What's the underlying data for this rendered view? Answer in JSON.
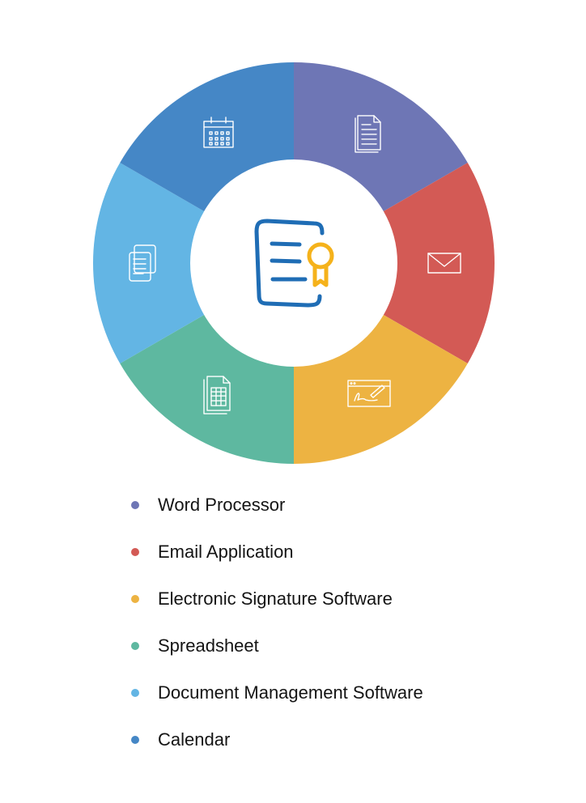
{
  "segments": [
    {
      "label": "Word Processor",
      "color": "#6E76B5",
      "icon": "document-icon"
    },
    {
      "label": "Email Application",
      "color": "#D35A55",
      "icon": "envelope-icon"
    },
    {
      "label": "Electronic Signature Software",
      "color": "#EDB342",
      "icon": "signature-icon"
    },
    {
      "label": "Spreadsheet",
      "color": "#5EB8A0",
      "icon": "spreadsheet-icon"
    },
    {
      "label": "Document Management Software",
      "color": "#63B5E4",
      "icon": "documents-stack-icon"
    },
    {
      "label": "Calendar",
      "color": "#4587C6",
      "icon": "calendar-icon"
    }
  ],
  "center": {
    "icon": "certified-document-icon",
    "primary_color": "#1F6DB5",
    "accent_color": "#F5B21B"
  }
}
